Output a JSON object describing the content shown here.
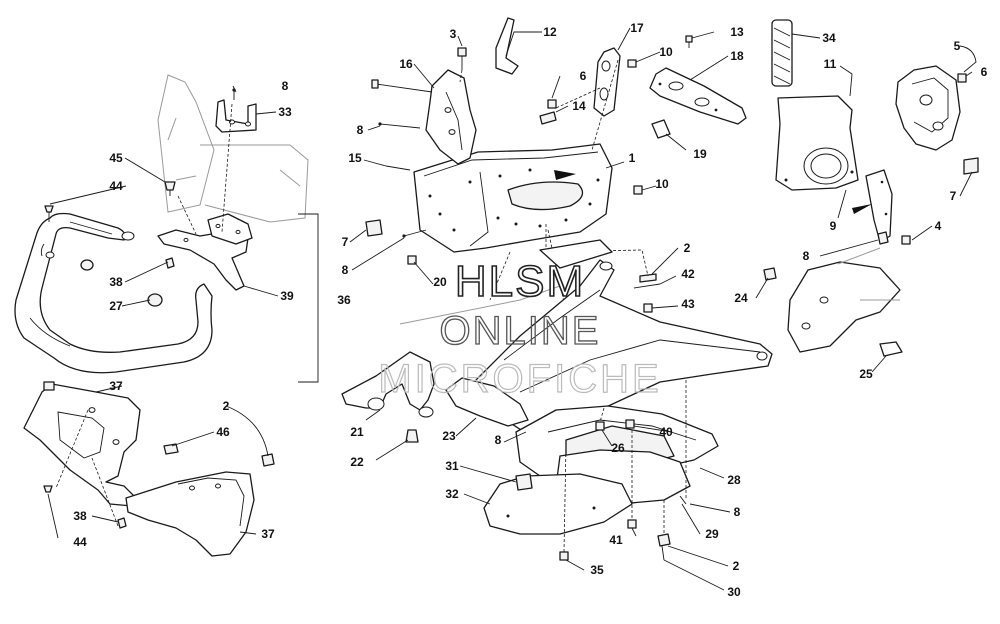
{
  "diagram": {
    "callouts": [
      {
        "id": "c-8a",
        "text": "8"
      },
      {
        "id": "c-33",
        "text": "33"
      },
      {
        "id": "c-45",
        "text": "45"
      },
      {
        "id": "c-44a",
        "text": "44"
      },
      {
        "id": "c-38a",
        "text": "38"
      },
      {
        "id": "c-27",
        "text": "27"
      },
      {
        "id": "c-39",
        "text": "39"
      },
      {
        "id": "c-36",
        "text": "36"
      },
      {
        "id": "c-37a",
        "text": "37"
      },
      {
        "id": "c-2a",
        "text": "2"
      },
      {
        "id": "c-46",
        "text": "46"
      },
      {
        "id": "c-38b",
        "text": "38"
      },
      {
        "id": "c-44b",
        "text": "44"
      },
      {
        "id": "c-37b",
        "text": "37"
      },
      {
        "id": "c-3",
        "text": "3"
      },
      {
        "id": "c-12",
        "text": "12"
      },
      {
        "id": "c-16",
        "text": "16"
      },
      {
        "id": "c-8b",
        "text": "8"
      },
      {
        "id": "c-15",
        "text": "15"
      },
      {
        "id": "c-7a",
        "text": "7"
      },
      {
        "id": "c-8c",
        "text": "8"
      },
      {
        "id": "c-20",
        "text": "20"
      },
      {
        "id": "c-6a",
        "text": "6"
      },
      {
        "id": "c-14",
        "text": "14"
      },
      {
        "id": "c-17",
        "text": "17"
      },
      {
        "id": "c-10a",
        "text": "10"
      },
      {
        "id": "c-13",
        "text": "13"
      },
      {
        "id": "c-18",
        "text": "18"
      },
      {
        "id": "c-19",
        "text": "19"
      },
      {
        "id": "c-1",
        "text": "1"
      },
      {
        "id": "c-10b",
        "text": "10"
      },
      {
        "id": "c-2b",
        "text": "2"
      },
      {
        "id": "c-42",
        "text": "42"
      },
      {
        "id": "c-43",
        "text": "43"
      },
      {
        "id": "c-34",
        "text": "34"
      },
      {
        "id": "c-11",
        "text": "11"
      },
      {
        "id": "c-5",
        "text": "5"
      },
      {
        "id": "c-6b",
        "text": "6"
      },
      {
        "id": "c-7b",
        "text": "7"
      },
      {
        "id": "c-9",
        "text": "9"
      },
      {
        "id": "c-8d",
        "text": "8"
      },
      {
        "id": "c-4",
        "text": "4"
      },
      {
        "id": "c-24",
        "text": "24"
      },
      {
        "id": "c-25",
        "text": "25"
      },
      {
        "id": "c-21",
        "text": "21"
      },
      {
        "id": "c-22",
        "text": "22"
      },
      {
        "id": "c-23",
        "text": "23"
      },
      {
        "id": "c-8e",
        "text": "8"
      },
      {
        "id": "c-26",
        "text": "26"
      },
      {
        "id": "c-40",
        "text": "40"
      },
      {
        "id": "c-31",
        "text": "31"
      },
      {
        "id": "c-32",
        "text": "32"
      },
      {
        "id": "c-28",
        "text": "28"
      },
      {
        "id": "c-8f",
        "text": "8"
      },
      {
        "id": "c-41",
        "text": "41"
      },
      {
        "id": "c-29",
        "text": "29"
      },
      {
        "id": "c-35",
        "text": "35"
      },
      {
        "id": "c-2c",
        "text": "2"
      },
      {
        "id": "c-30",
        "text": "30"
      }
    ],
    "watermark": [
      "HLSM",
      "ONLINE",
      "MICROFICHE"
    ]
  }
}
